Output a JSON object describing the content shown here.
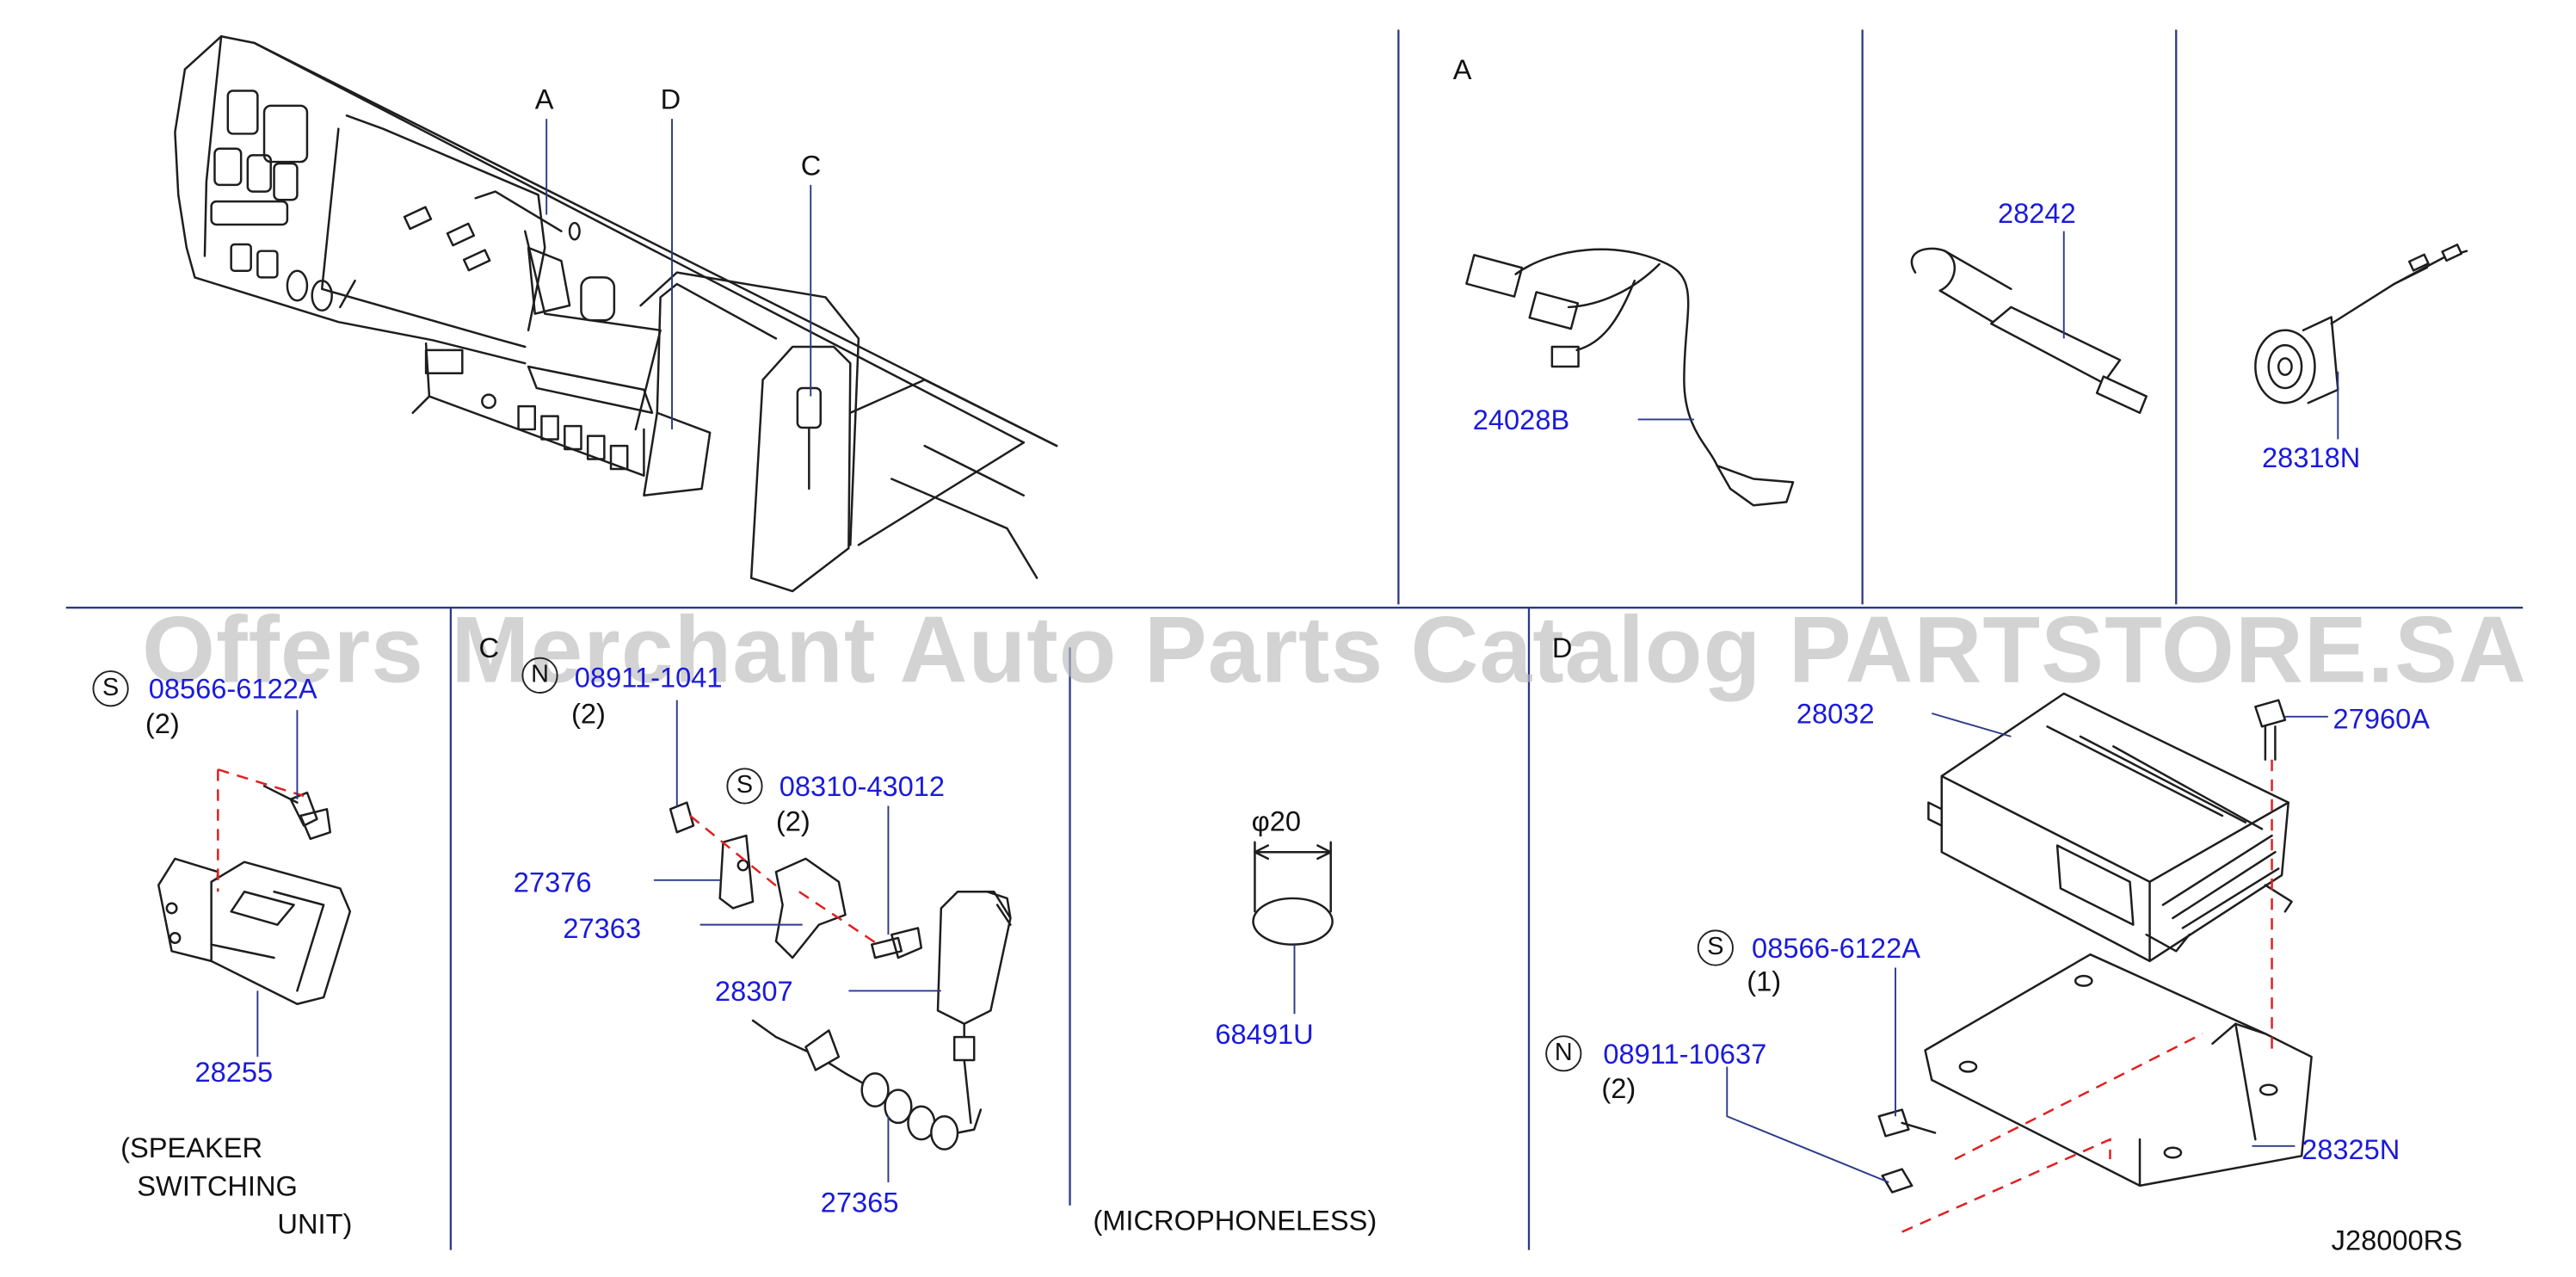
{
  "watermark": "Offers Merchant Auto Parts Catalog PARTSTORE.SA",
  "diagram_code": "J28000RS",
  "overview": {
    "callouts": {
      "a": "A",
      "d": "D",
      "c": "C"
    }
  },
  "section_a": {
    "letter": "A"
  },
  "section_b": {
    "letter": ""
  },
  "section_c": {
    "letter": "C"
  },
  "section_d": {
    "letter": "D"
  },
  "parts": {
    "p24028b": "24028B",
    "p28242": "28242",
    "p28318n": "28318N",
    "p08566_6122a_left": "08566-6122A",
    "p28255": "28255",
    "p08911_1041x": "08911-1041",
    "p08310_43012": "08310-43012",
    "p27376": "27376",
    "p27363": "27363",
    "p28307": "28307",
    "p27365": "27365",
    "p68491u": "68491U",
    "p28032": "28032",
    "p27960a": "27960A",
    "p08566_6122a_right": "08566-6122A",
    "p08911_10637": "08911-10637",
    "p28325n": "28325N"
  },
  "quantities": {
    "q_left_screw": "(2)",
    "q_nut_c": "(2)",
    "q_screw_c": "(2)",
    "q_screw_d": "(1)",
    "q_nut_d": "(2)"
  },
  "markers": {
    "s": "S",
    "n": "N"
  },
  "notes": {
    "speaker_line1": "(SPEAKER",
    "speaker_line2": "SWITCHING",
    "speaker_line3": "UNIT)",
    "phi": "φ20",
    "microphoneless": "(MICROPHONELESS)"
  },
  "colors": {
    "part_number": "#1a1adb",
    "leader": "#2b3a8a",
    "dashed_guide": "#e02020",
    "watermark": "#b9b9b9"
  }
}
